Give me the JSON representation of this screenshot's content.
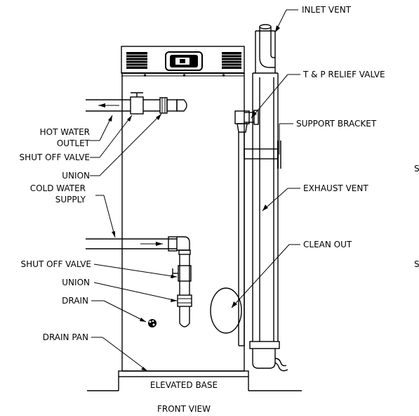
{
  "labels": {
    "inlet_vent": "INLET VENT",
    "tp_relief_valve": "T & P RELIEF VALVE",
    "support_bracket": "SUPPORT BRACKET",
    "exhaust_vent": "EXHAUST VENT",
    "clean_out": "CLEAN OUT",
    "hot_water_outlet_1": "HOT WATER",
    "hot_water_outlet_2": "OUTLET",
    "shut_off_valve_top": "SHUT OFF VALVE",
    "union_top": "UNION",
    "cold_water_supply_1": "COLD WATER",
    "cold_water_supply_2": "SUPPLY",
    "shut_off_valve_bottom": "SHUT OFF VALVE",
    "union_bottom": "UNION",
    "drain": "DRAIN",
    "drain_pan": "DRAIN PAN",
    "elevated_base": "ELEVATED BASE",
    "front_view": "FRONT VIEW",
    "edge_s1": "S",
    "edge_s2": "S"
  }
}
